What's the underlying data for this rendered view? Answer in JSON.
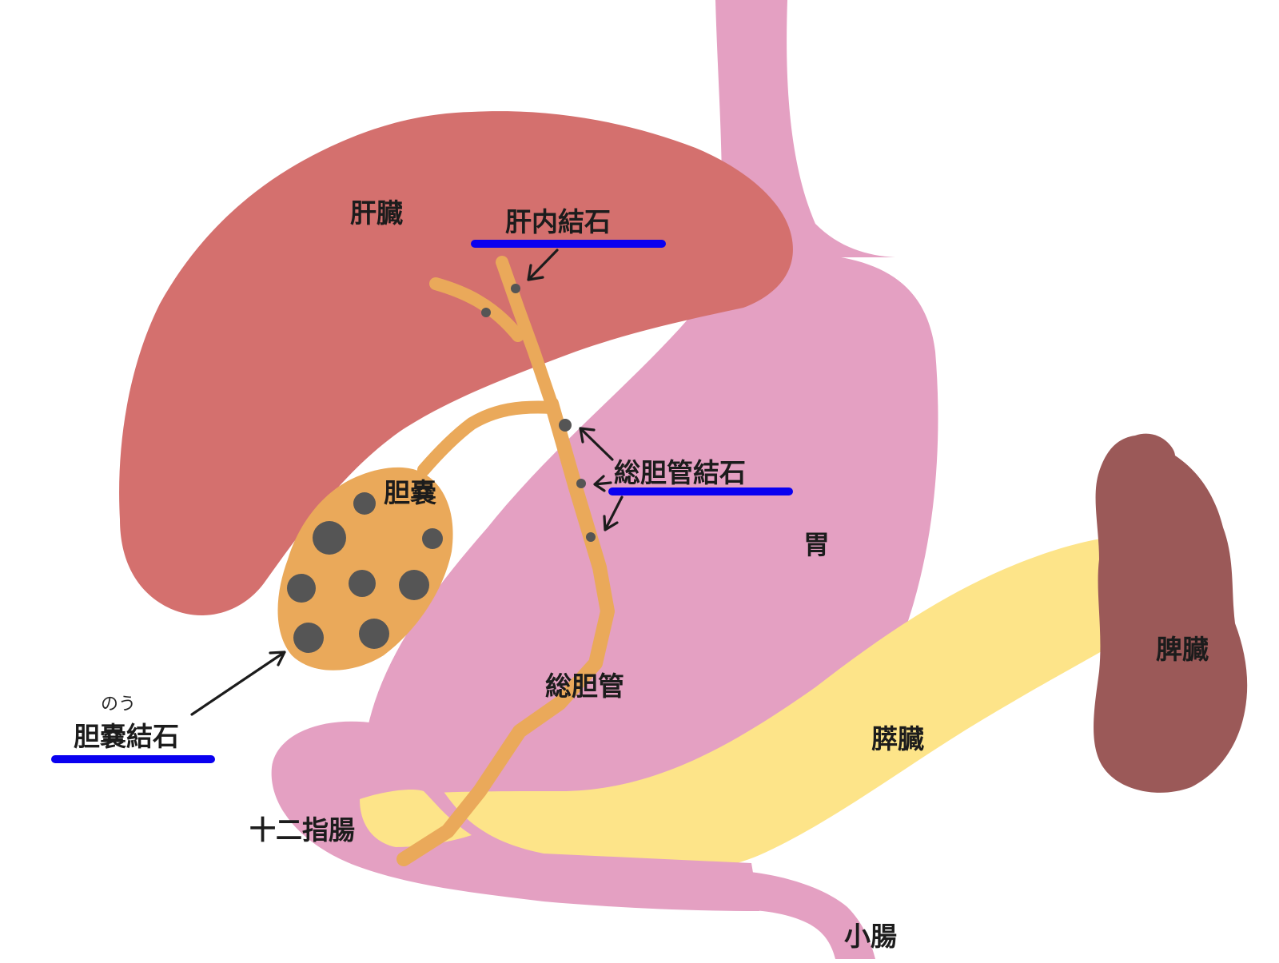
{
  "labels": {
    "liver": "肝臓",
    "intrahepatic_stone": "肝内結石",
    "gallbladder": "胆嚢",
    "common_bile_duct_stone": "総胆管結石",
    "stomach": "胃",
    "spleen": "脾臓",
    "common_bile_duct": "総胆管",
    "pancreas": "膵臓",
    "gallbladder_stone": "胆嚢結石",
    "gallbladder_stone_reading": "のう",
    "duodenum": "十二指腸",
    "small_intestine": "小腸"
  },
  "colors": {
    "liver": "#d4706e",
    "stomach": "#e4a0c2",
    "pancreas": "#fde489",
    "spleen": "#9b5958",
    "bile": "#eaa95a",
    "stone": "#555555",
    "underline": "#0a00f0",
    "arrow": "#1c1c1c"
  }
}
